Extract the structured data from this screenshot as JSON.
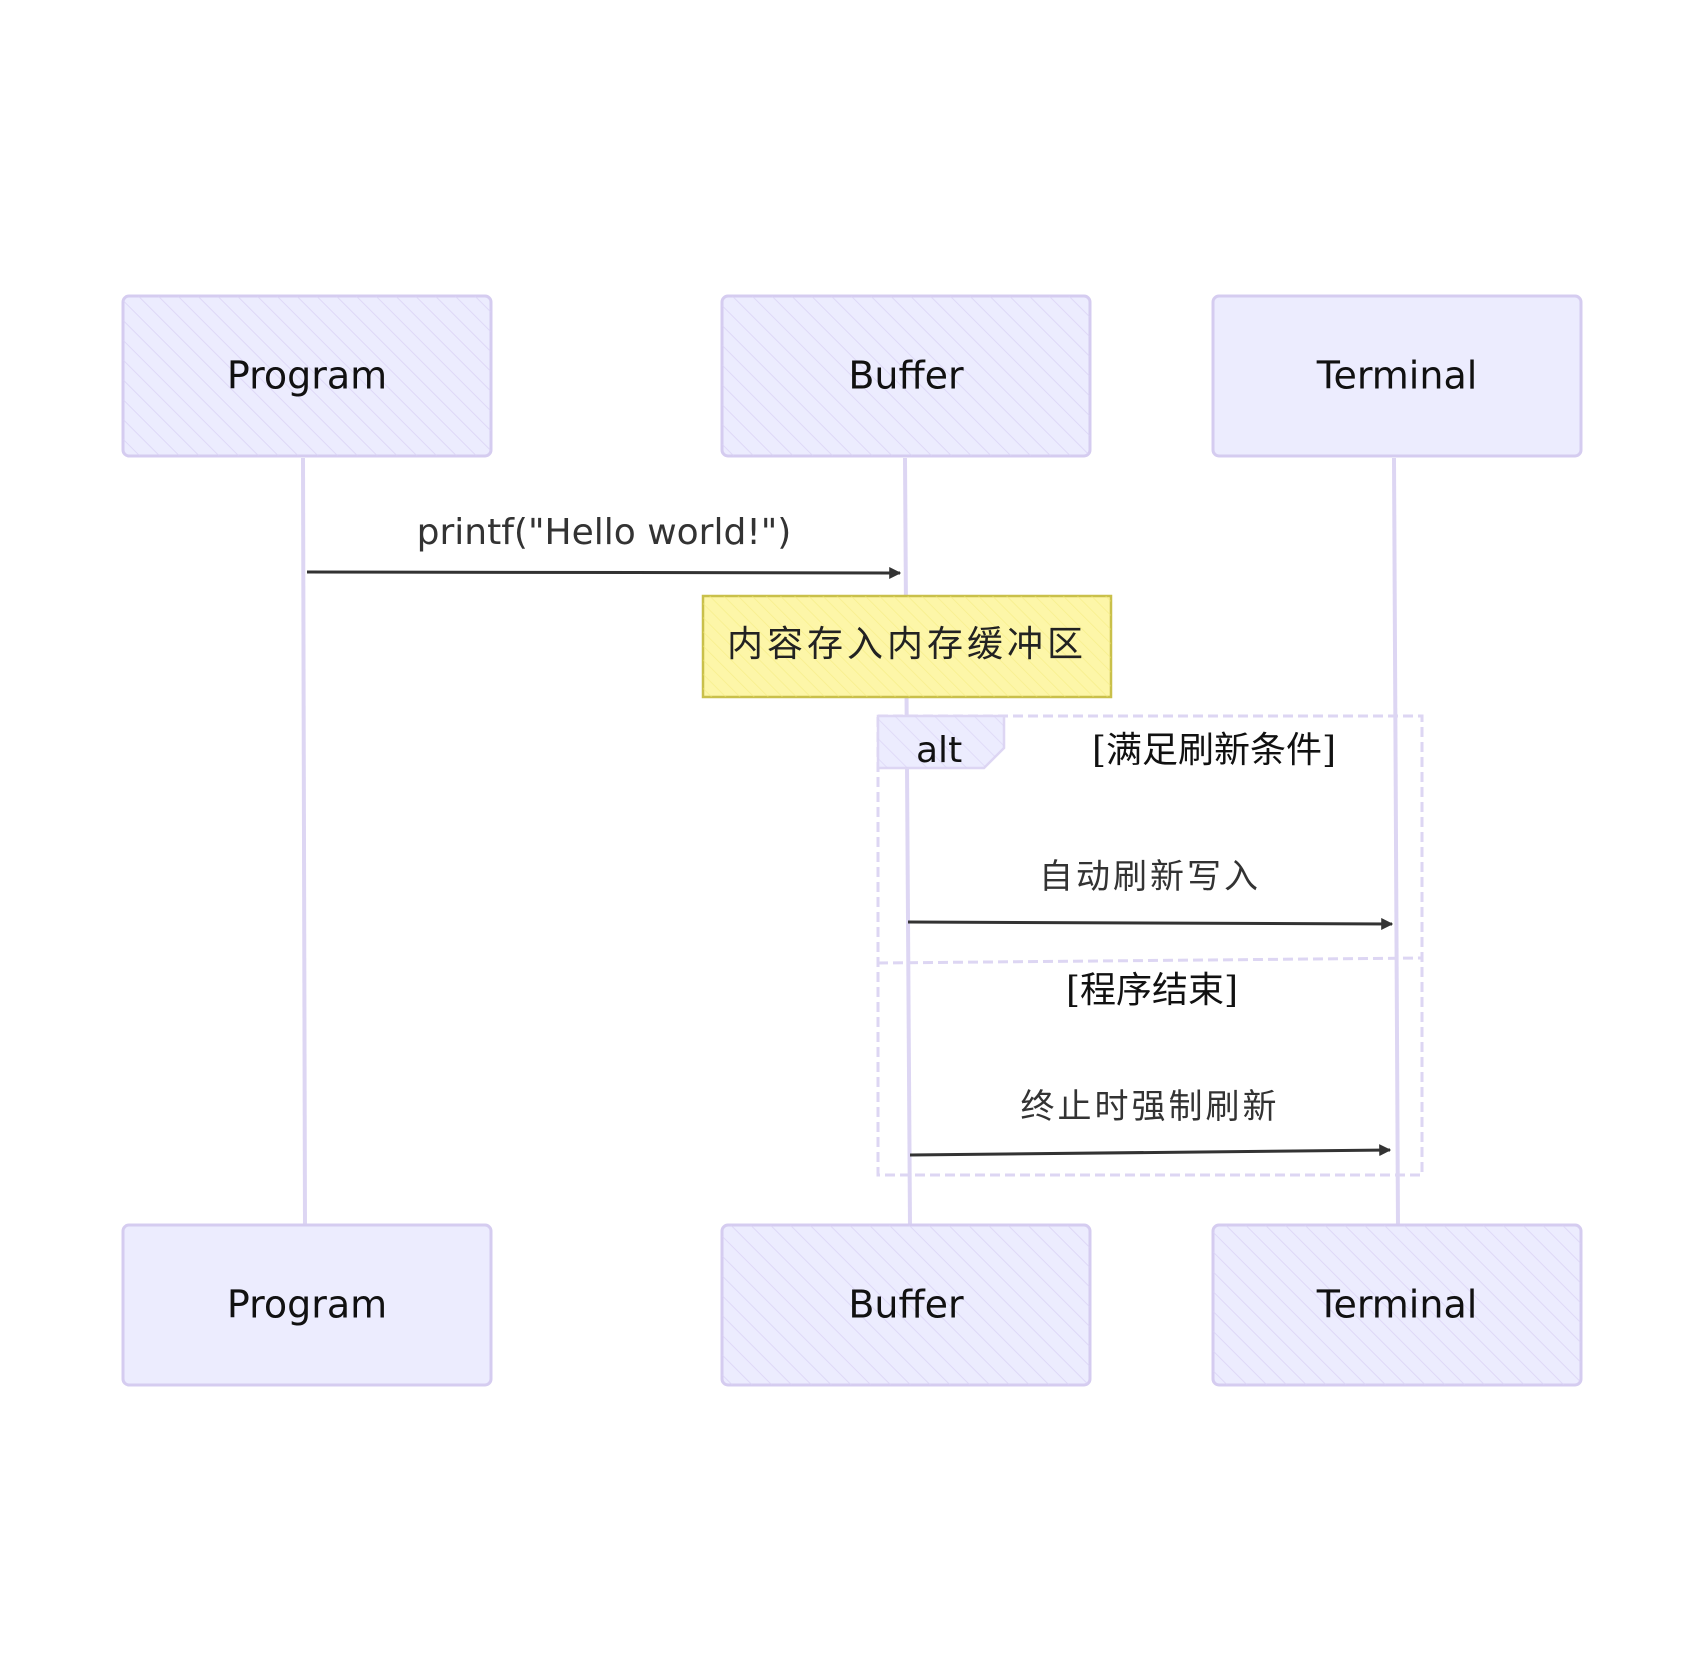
{
  "participants": [
    {
      "id": "program",
      "label": "Program"
    },
    {
      "id": "buffer",
      "label": "Buffer"
    },
    {
      "id": "terminal",
      "label": "Terminal"
    }
  ],
  "messages": [
    {
      "label": "printf(\"Hello world!\")"
    },
    {
      "label": "自动刷新写入"
    },
    {
      "label": "终止时强制刷新"
    }
  ],
  "note": {
    "label": "内容存入内存缓冲区"
  },
  "alt_block": {
    "keyword": "alt",
    "condition_1": "[满足刷新条件]",
    "condition_2": "[程序结束]"
  },
  "colors": {
    "actor_fill": "#ececfe",
    "actor_stroke": "#d5ccf0",
    "lifeline": "#ddd6f3",
    "note_fill": "#fdf6a8",
    "note_stroke": "#c9c04a",
    "arrow": "#333333",
    "alt_stroke": "#ddd6f3"
  }
}
